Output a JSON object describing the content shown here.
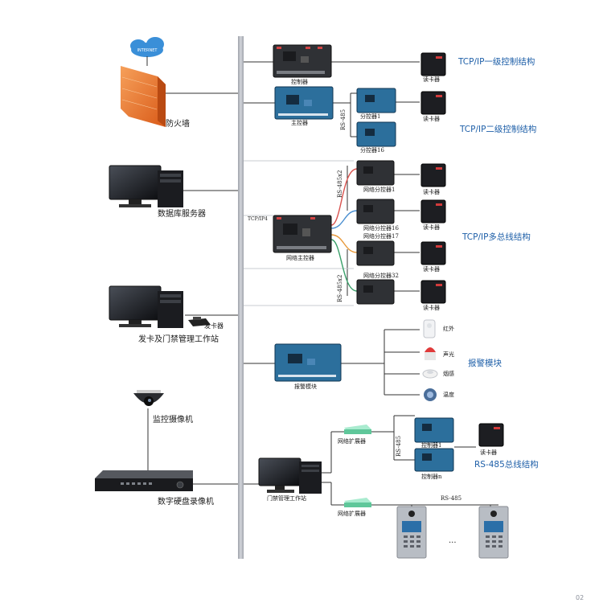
{
  "cloud_text": "INTERNET",
  "labels": {
    "firewall": "防火墙",
    "db_server": "数据库服务器",
    "card_station": "发卡及门禁管理工作站",
    "card_issuer": "发卡器",
    "camera": "监控摄像机",
    "dvr": "数字硬盘录像机",
    "controller": "控制器",
    "main_controller": "主控器",
    "sub_controller_1": "分控器1",
    "sub_controller_16": "分控器16",
    "net_main_controller": "网络主控器",
    "net_sub_1": "网络分控器1",
    "net_sub_16": "网络分控器16",
    "net_sub_17": "网络分控器17",
    "net_sub_32": "网络分控器32",
    "alarm_module": "报警模块",
    "infrared": "红外",
    "sound_light": "声光",
    "smoke": "烟感",
    "temperature": "温度",
    "net_extender_1": "网络扩展器",
    "net_extender_2": "网络扩展器",
    "controller_1": "控制器1",
    "controller_n": "控制器n",
    "access_station": "门禁管理工作站",
    "card_reader": "读卡器",
    "rs485": "RS-485",
    "rs485_top": "RS-485",
    "rs485_bottom": "RS-485",
    "rs485x2_top": "RS-485x2",
    "rs485x2_bottom": "RS-485x2",
    "tcpip_label": "TCP/IP4",
    "ellipsis": "...",
    "page_no": "02"
  },
  "section_titles": {
    "tcp_level1": "TCP/IP一级控制结构",
    "tcp_level2": "TCP/IP二级控制结构",
    "tcp_multibus": "TCP/IP多总线结构",
    "alarm": "报警模块",
    "rs485_bus": "RS-485总线结构"
  },
  "colors": {
    "backbone": "#b9bcc2",
    "line": "#333333",
    "board": "#2c6f9c",
    "board_dark": "#2f3135",
    "title_blue": "#1e5fa8",
    "firewall": "#e8742a",
    "cable_red": "#d9534f",
    "cable_blue": "#4a8fd0",
    "cable_orange": "#e89a3c",
    "extender": "#7fd6b0"
  }
}
